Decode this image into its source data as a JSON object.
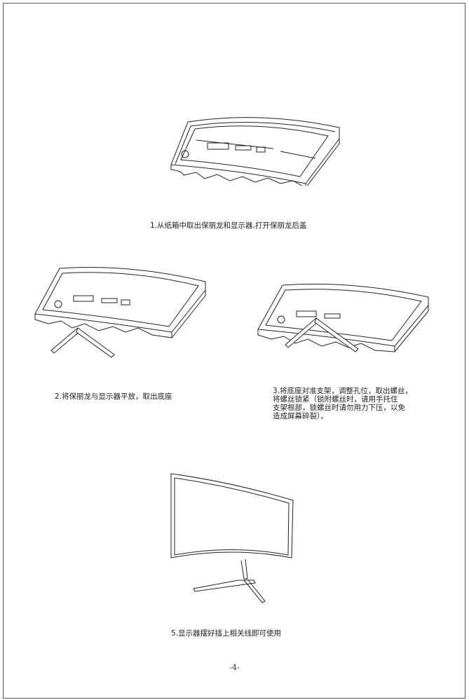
{
  "steps": [
    {
      "caption": "1.从纸箱中取出保丽龙和显示器,打开保丽龙后盖"
    },
    {
      "caption": "2.将保丽龙与显示器平放，取出底座"
    },
    {
      "caption_lines": [
        "3.将底座对准支架，调整孔位，取出螺丝，",
        "   将螺丝锁紧（锁附螺丝时，请用手托住",
        "   支架根部，锁螺丝时请勿用力下压，以免",
        "   造成屏幕碎裂）。"
      ]
    },
    {
      "caption": "5.显示器摆好插上相关线即可使用"
    }
  ],
  "page_number": "-4-"
}
